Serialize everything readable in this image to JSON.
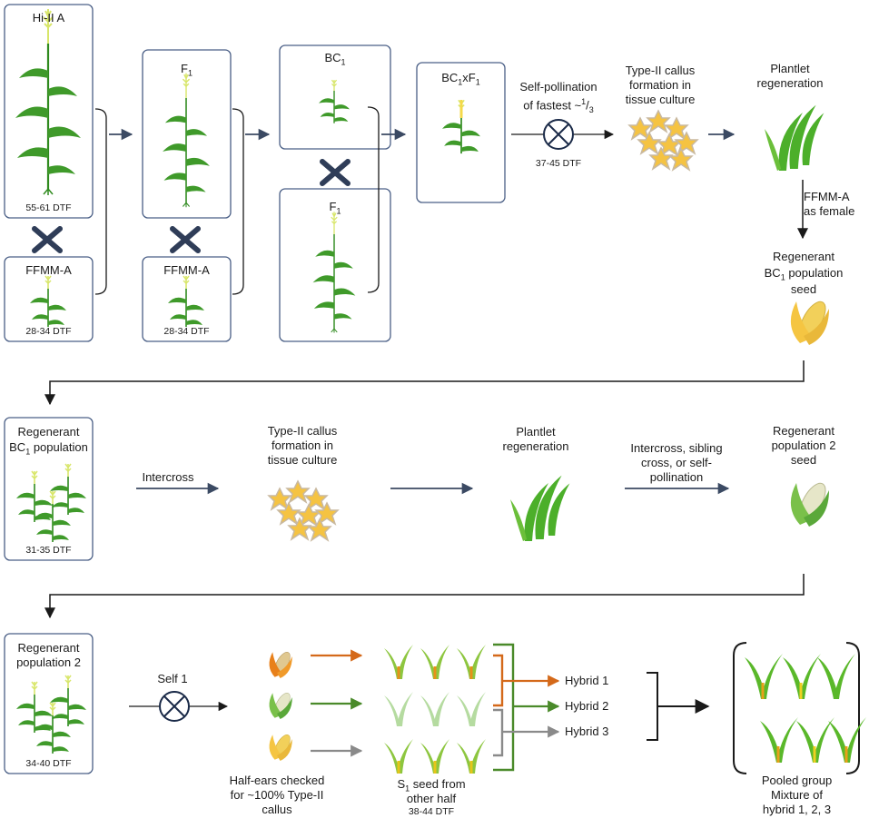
{
  "row1": {
    "hi2a_title": "Hi-II A",
    "hi2a_dtf": "55-61 DTF",
    "ffmm_a_1_title": "FFMM-A",
    "ffmm_a_1_dtf": "28-34 DTF",
    "f1_title": "F",
    "f1_sub": "1",
    "ffmm_a_2_title": "FFMM-A",
    "ffmm_a_2_dtf": "28-34 DTF",
    "bc1_title": "BC",
    "bc1_sub": "1",
    "f1b_title": "F",
    "f1b_sub": "1",
    "bc1xf1_a": "BC",
    "bc1xf1_sub1": "1",
    "bc1xf1_b": "xF",
    "bc1xf1_sub2": "1",
    "selfpoll_line1": "Self-pollination",
    "selfpoll_line2_a": "of fastest ~",
    "selfpoll_sup": "1",
    "selfpoll_slash": "/",
    "selfpoll_sub": "3",
    "selfpoll_dtf": "37-45 DTF",
    "callus_line1": "Type-II callus",
    "callus_line2": "formation in",
    "callus_line3": "tissue culture",
    "plantlet_line1": "Plantlet",
    "plantlet_line2": "regeneration",
    "female_line1": "FFMM-A",
    "female_line2": "as female",
    "regseed_line1": "Regenerant",
    "regseed_line2_a": "BC",
    "regseed_sub": "1",
    "regseed_line2_b": " population",
    "regseed_line3": "seed"
  },
  "row2": {
    "regbc1_line1": "Regenerant",
    "regbc1_line2_a": "BC",
    "regbc1_sub": "1",
    "regbc1_line2_b": " population",
    "regbc1_dtf": "31-35 DTF",
    "intercross": "Intercross",
    "callus_line1": "Type-II callus",
    "callus_line2": "formation in",
    "callus_line3": "tissue culture",
    "plantlet_line1": "Plantlet",
    "plantlet_line2": "regeneration",
    "cross_line1": "Intercross, sibling",
    "cross_line2": "cross, or self-",
    "cross_line3": "pollination",
    "pop2seed_line1": "Regenerant",
    "pop2seed_line2": "population 2",
    "pop2seed_line3": "seed"
  },
  "row3": {
    "regpop2_line1": "Regenerant",
    "regpop2_line2": "population 2",
    "regpop2_dtf": "34-40 DTF",
    "self1": "Self 1",
    "halfears_line1": "Half-ears checked",
    "halfears_line2": "for ~100% Type-II",
    "halfears_line3": "callus",
    "s1_a": "S",
    "s1_sub": "1",
    "s1_b": " seed from",
    "s1_line2": "other half",
    "s1_dtf": "38-44 DTF",
    "hybrid1": "Hybrid 1",
    "hybrid2": "Hybrid 2",
    "hybrid3": "Hybrid 3",
    "pooled_line1": "Pooled group",
    "pooled_line2": "Mixture of",
    "pooled_line3": "hybrid 1, 2, 3"
  },
  "colors": {
    "box_border": "#4a5f86",
    "arrow": "#3b4a63",
    "orange": "#d4691a",
    "green": "#4a8a2a",
    "gray": "#8a8a8a",
    "callus_fill": "#f5c342",
    "leaf_green": "#3f9a2a",
    "corn_yellow": "#f5c542"
  }
}
